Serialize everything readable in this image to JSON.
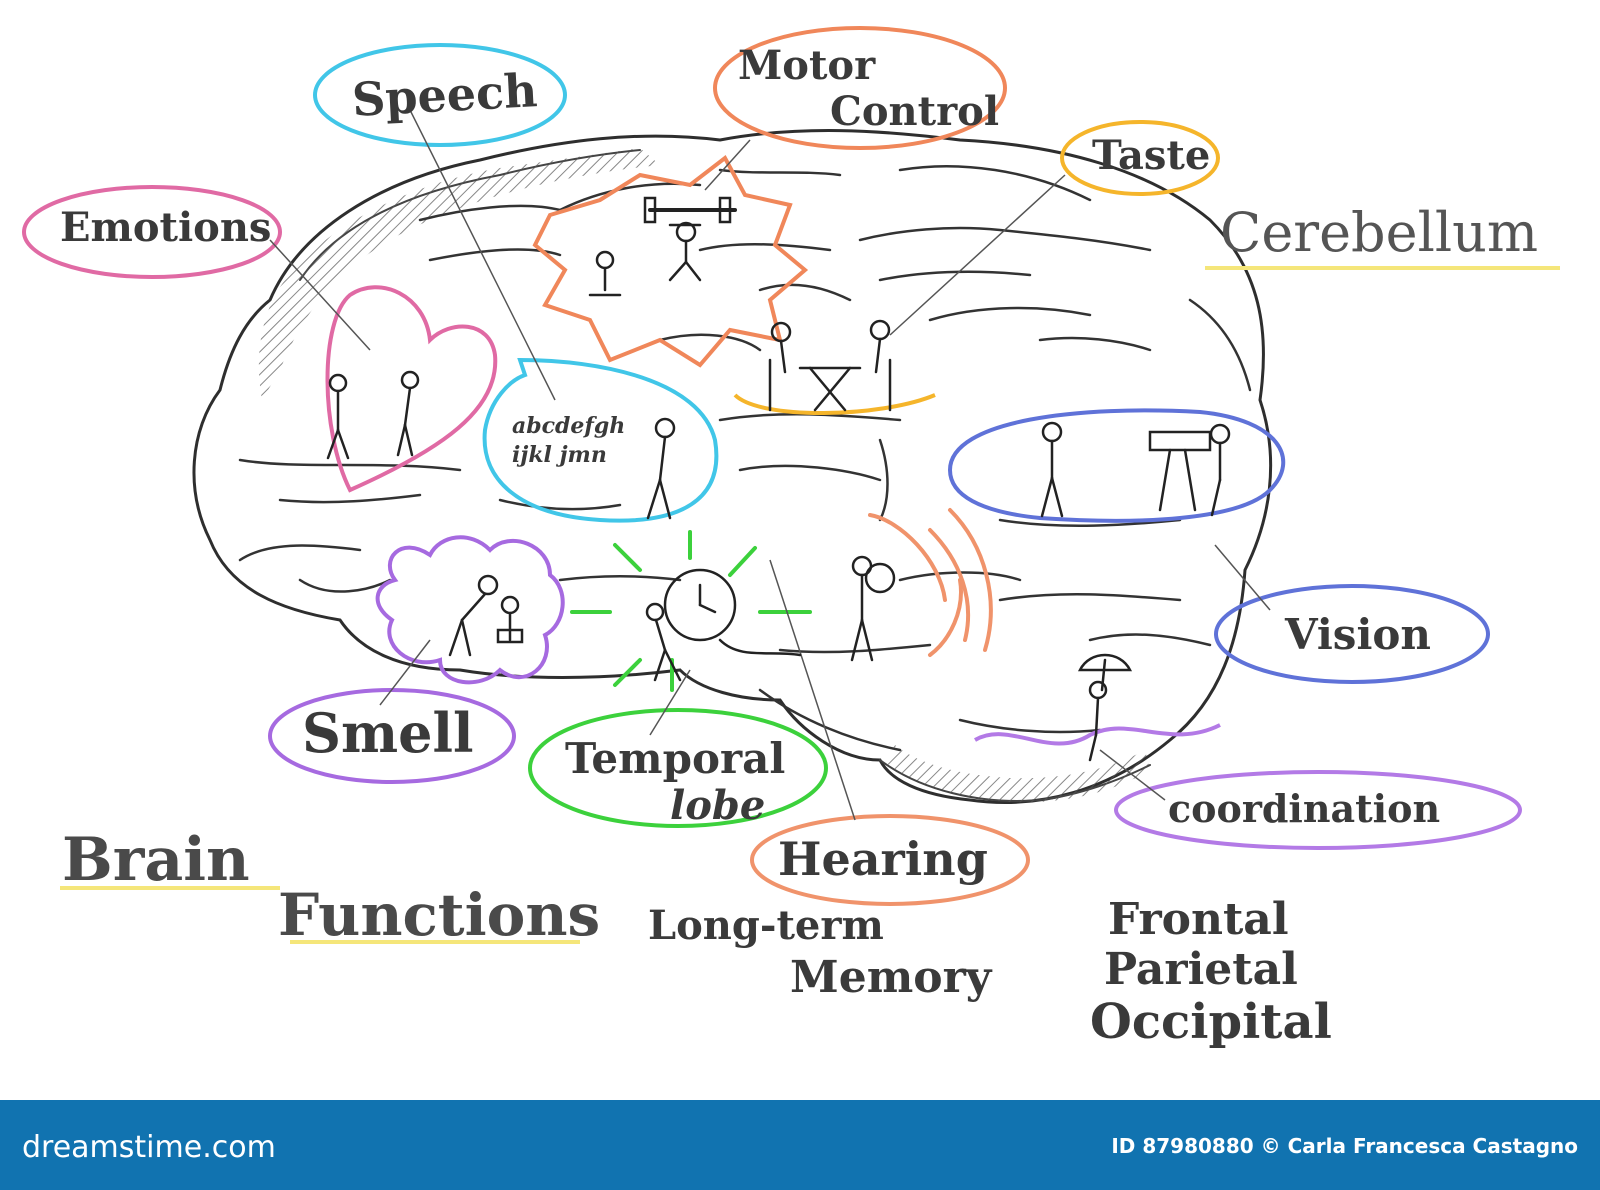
{
  "labels": {
    "speech": "Speech",
    "motor_control_1": "Motor",
    "motor_control_2": "Control",
    "taste": "Taste",
    "cerebellum": "Cerebellum",
    "emotions": "Emotions",
    "vision": "Vision",
    "smell": "Smell",
    "temporal_lobe_1": "Temporal",
    "temporal_lobe_2": "lobe",
    "coordination": "coordination",
    "hearing": "Hearing",
    "long_term_1": "Long-term",
    "long_term_2": "Memory",
    "frontal": "Frontal",
    "parietal": "Parietal",
    "occipital": "Occipital",
    "title_1": "Brain",
    "title_2": "Functions",
    "alphabet": "abcdefgh ijkl jmn"
  },
  "colors": {
    "speech": "#41c6e8",
    "motor": "#f0875a",
    "taste": "#f5b52b",
    "cerebellum": "#f5e67a",
    "emotions": "#e06aa4",
    "vision": "#5f72d8",
    "smell": "#a66ae0",
    "temporal": "#3cd13c",
    "coordination": "#b37ae6",
    "hearing": "#f0936b",
    "pencil": "#333333"
  },
  "footer": {
    "brand": "dreamstime.com",
    "credit": "ID 87980880 © Carla Francesca Castagno"
  }
}
